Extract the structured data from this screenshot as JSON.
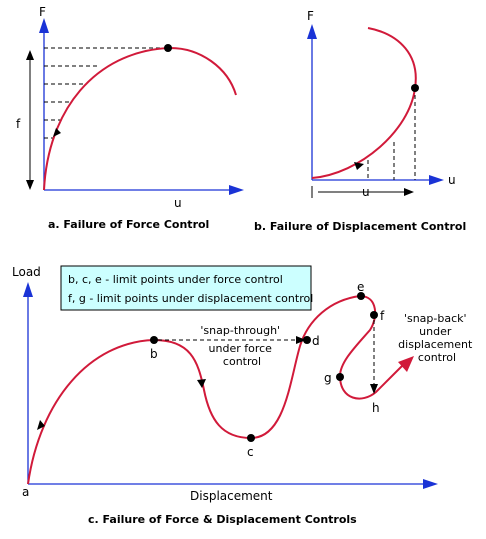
{
  "panel_a": {
    "y_label": "F",
    "x_label": "u",
    "f_label": "f",
    "caption": "a. Failure of Force Control"
  },
  "panel_b": {
    "y_label": "F",
    "x_label": "u",
    "u_label": "u",
    "caption": "b. Failure of Displacement Control"
  },
  "panel_c": {
    "y_label": "Load",
    "x_label": "Displacement",
    "caption": "c. Failure of Force & Displacement Controls",
    "legend_line1": "b, c, e - limit points under force control",
    "legend_line2": "f, g - limit points under displacement control",
    "snap_through": [
      "'snap-through'",
      "under force",
      "control"
    ],
    "snap_back": [
      "'snap-back'",
      "under",
      "displacement",
      "control"
    ],
    "points": {
      "a": "a",
      "b": "b",
      "c": "c",
      "d": "d",
      "e": "e",
      "f": "f",
      "g": "g",
      "h": "h"
    }
  },
  "colors": {
    "axis": "#1a33d6",
    "curve": "#d11a3a",
    "legend_bg": "#ccffff"
  }
}
